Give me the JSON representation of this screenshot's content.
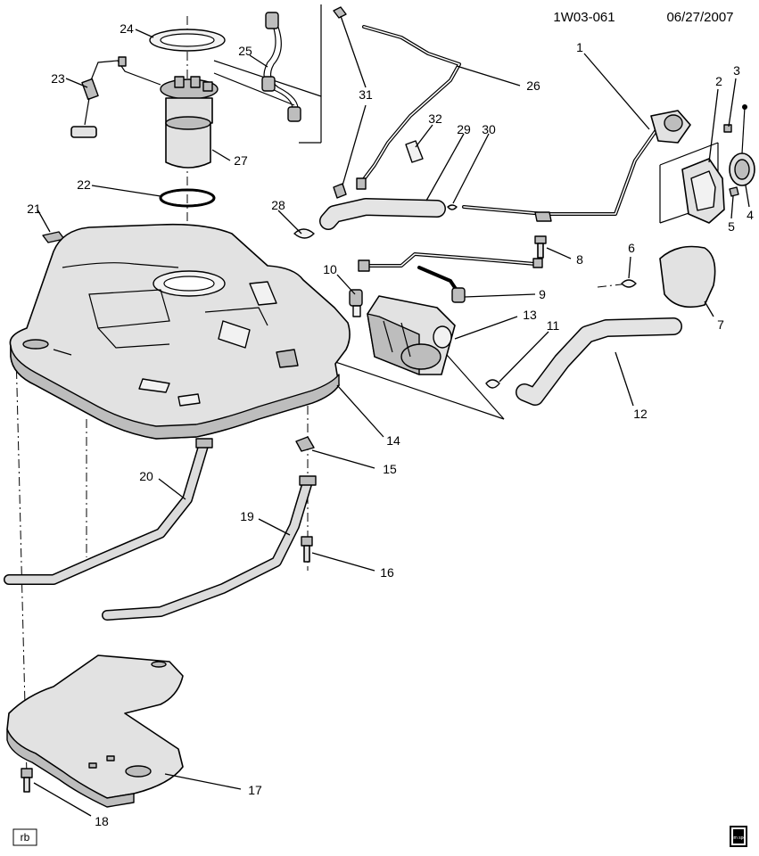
{
  "header": {
    "drawing_id": "1W03-061",
    "date": "06/27/2007"
  },
  "footer": {
    "badge_text": "rb",
    "logo_text": "gm spo"
  },
  "callouts": [
    "1",
    "2",
    "3",
    "4",
    "5",
    "6",
    "7",
    "8",
    "9",
    "10",
    "11",
    "12",
    "13",
    "14",
    "15",
    "16",
    "17",
    "18",
    "19",
    "20",
    "21",
    "22",
    "23",
    "24",
    "25",
    "26",
    "27",
    "28",
    "29",
    "30",
    "31",
    "32"
  ],
  "colors": {
    "ink": "#000000",
    "part_fill": "#e2e2e2",
    "part_shade": "#bdbdbd",
    "background": "#ffffff"
  }
}
